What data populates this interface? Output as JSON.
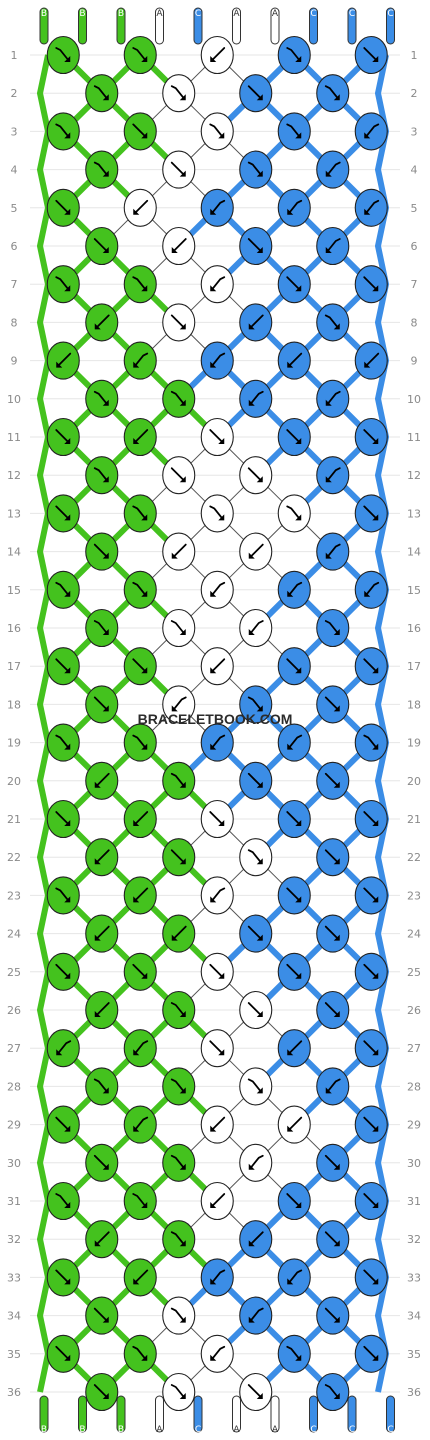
{
  "colors": {
    "A": "#ffffff",
    "B": "#44c21e",
    "C": "#3b8de6"
  },
  "strands_top": [
    "B",
    "B",
    "B",
    "A",
    "C",
    "A",
    "A",
    "C",
    "C",
    "C"
  ],
  "strands_bottom": [
    "B",
    "B",
    "B",
    "A",
    "C",
    "A",
    "A",
    "C",
    "C",
    "C"
  ],
  "watermark": "BRACELETBOOK.COM",
  "row_labels": [
    "1",
    "2",
    "3",
    "4",
    "5",
    "6",
    "7",
    "8",
    "9",
    "10",
    "11",
    "12",
    "13",
    "14",
    "15",
    "16",
    "17",
    "18",
    "19",
    "20",
    "21",
    "22",
    "23",
    "24",
    "25",
    "26",
    "27",
    "28",
    "29",
    "30",
    "31",
    "32",
    "33",
    "34",
    "35",
    "36"
  ],
  "rows": [
    [
      {
        "c": "B",
        "d": "fb"
      },
      {
        "c": "B",
        "d": "fb"
      },
      {
        "c": "A",
        "d": "b"
      },
      {
        "c": "C",
        "d": "fb"
      },
      {
        "c": "C",
        "d": "f"
      }
    ],
    [
      {
        "c": "B",
        "d": "fb"
      },
      {
        "c": "A",
        "d": "fb"
      },
      {
        "c": "C",
        "d": "f"
      },
      {
        "c": "C",
        "d": "fb"
      }
    ],
    [
      {
        "c": "B",
        "d": "fb"
      },
      {
        "c": "B",
        "d": "f"
      },
      {
        "c": "A",
        "d": "fb"
      },
      {
        "c": "C",
        "d": "fb"
      },
      {
        "c": "C",
        "d": "bf"
      }
    ],
    [
      {
        "c": "B",
        "d": "fb"
      },
      {
        "c": "A",
        "d": "f"
      },
      {
        "c": "C",
        "d": "fb"
      },
      {
        "c": "C",
        "d": "bf"
      }
    ],
    [
      {
        "c": "B",
        "d": "f"
      },
      {
        "c": "A",
        "d": "b"
      },
      {
        "c": "C",
        "d": "bf"
      },
      {
        "c": "C",
        "d": "bf"
      },
      {
        "c": "C",
        "d": "bf"
      }
    ],
    [
      {
        "c": "B",
        "d": "f"
      },
      {
        "c": "A",
        "d": "b"
      },
      {
        "c": "C",
        "d": "f"
      },
      {
        "c": "C",
        "d": "bf"
      }
    ],
    [
      {
        "c": "B",
        "d": "fb"
      },
      {
        "c": "B",
        "d": "fb"
      },
      {
        "c": "A",
        "d": "bf"
      },
      {
        "c": "C",
        "d": "f"
      },
      {
        "c": "C",
        "d": "f"
      }
    ],
    [
      {
        "c": "B",
        "d": "b"
      },
      {
        "c": "A",
        "d": "f"
      },
      {
        "c": "C",
        "d": "b"
      },
      {
        "c": "C",
        "d": "fb"
      }
    ],
    [
      {
        "c": "B",
        "d": "b"
      },
      {
        "c": "B",
        "d": "bf"
      },
      {
        "c": "C",
        "d": "bf"
      },
      {
        "c": "C",
        "d": "b"
      },
      {
        "c": "C",
        "d": "b"
      }
    ],
    [
      {
        "c": "B",
        "d": "fb"
      },
      {
        "c": "B",
        "d": "fb"
      },
      {
        "c": "C",
        "d": "bf"
      },
      {
        "c": "C",
        "d": "bf"
      }
    ],
    [
      {
        "c": "B",
        "d": "f"
      },
      {
        "c": "B",
        "d": "b"
      },
      {
        "c": "A",
        "d": "f"
      },
      {
        "c": "C",
        "d": "f"
      },
      {
        "c": "C",
        "d": "f"
      }
    ],
    [
      {
        "c": "B",
        "d": "fb"
      },
      {
        "c": "A",
        "d": "f"
      },
      {
        "c": "A",
        "d": "f"
      },
      {
        "c": "C",
        "d": "bf"
      }
    ],
    [
      {
        "c": "B",
        "d": "f"
      },
      {
        "c": "B",
        "d": "fb"
      },
      {
        "c": "A",
        "d": "fb"
      },
      {
        "c": "A",
        "d": "fb"
      },
      {
        "c": "C",
        "d": "f"
      }
    ],
    [
      {
        "c": "B",
        "d": "f"
      },
      {
        "c": "A",
        "d": "b"
      },
      {
        "c": "A",
        "d": "b"
      },
      {
        "c": "C",
        "d": "bf"
      }
    ],
    [
      {
        "c": "B",
        "d": "fb"
      },
      {
        "c": "B",
        "d": "fb"
      },
      {
        "c": "A",
        "d": "bf"
      },
      {
        "c": "C",
        "d": "bf"
      },
      {
        "c": "C",
        "d": "bf"
      }
    ],
    [
      {
        "c": "B",
        "d": "fb"
      },
      {
        "c": "A",
        "d": "fb"
      },
      {
        "c": "A",
        "d": "bf"
      },
      {
        "c": "C",
        "d": "fb"
      }
    ],
    [
      {
        "c": "B",
        "d": "f"
      },
      {
        "c": "B",
        "d": "f"
      },
      {
        "c": "A",
        "d": "b"
      },
      {
        "c": "C",
        "d": "f"
      },
      {
        "c": "C",
        "d": "f"
      }
    ],
    [
      {
        "c": "B",
        "d": "f"
      },
      {
        "c": "A",
        "d": "bf"
      },
      {
        "c": "C",
        "d": "fb"
      },
      {
        "c": "C",
        "d": "f"
      }
    ],
    [
      {
        "c": "B",
        "d": "fb"
      },
      {
        "c": "B",
        "d": "fb"
      },
      {
        "c": "C",
        "d": "bf"
      },
      {
        "c": "C",
        "d": "bf"
      },
      {
        "c": "C",
        "d": "fb"
      }
    ],
    [
      {
        "c": "B",
        "d": "b"
      },
      {
        "c": "B",
        "d": "fb"
      },
      {
        "c": "C",
        "d": "f"
      },
      {
        "c": "C",
        "d": "f"
      }
    ],
    [
      {
        "c": "B",
        "d": "f"
      },
      {
        "c": "B",
        "d": "b"
      },
      {
        "c": "A",
        "d": "f"
      },
      {
        "c": "C",
        "d": "f"
      },
      {
        "c": "C",
        "d": "f"
      }
    ],
    [
      {
        "c": "B",
        "d": "b"
      },
      {
        "c": "B",
        "d": "f"
      },
      {
        "c": "A",
        "d": "fb"
      },
      {
        "c": "C",
        "d": "f"
      }
    ],
    [
      {
        "c": "B",
        "d": "fb"
      },
      {
        "c": "B",
        "d": "b"
      },
      {
        "c": "A",
        "d": "bf"
      },
      {
        "c": "C",
        "d": "f"
      },
      {
        "c": "C",
        "d": "f"
      }
    ],
    [
      {
        "c": "B",
        "d": "b"
      },
      {
        "c": "B",
        "d": "b"
      },
      {
        "c": "C",
        "d": "f"
      },
      {
        "c": "C",
        "d": "f"
      }
    ],
    [
      {
        "c": "B",
        "d": "f"
      },
      {
        "c": "B",
        "d": "f"
      },
      {
        "c": "A",
        "d": "f"
      },
      {
        "c": "C",
        "d": "f"
      },
      {
        "c": "C",
        "d": "f"
      }
    ],
    [
      {
        "c": "B",
        "d": "b"
      },
      {
        "c": "B",
        "d": "fb"
      },
      {
        "c": "A",
        "d": "f"
      },
      {
        "c": "C",
        "d": "f"
      }
    ],
    [
      {
        "c": "B",
        "d": "bf"
      },
      {
        "c": "B",
        "d": "bf"
      },
      {
        "c": "A",
        "d": "f"
      },
      {
        "c": "C",
        "d": "b"
      },
      {
        "c": "C",
        "d": "f"
      }
    ],
    [
      {
        "c": "B",
        "d": "fb"
      },
      {
        "c": "B",
        "d": "fb"
      },
      {
        "c": "A",
        "d": "fb"
      },
      {
        "c": "C",
        "d": "bf"
      }
    ],
    [
      {
        "c": "B",
        "d": "f"
      },
      {
        "c": "B",
        "d": "bf"
      },
      {
        "c": "A",
        "d": "b"
      },
      {
        "c": "A",
        "d": "b"
      },
      {
        "c": "C",
        "d": "f"
      }
    ],
    [
      {
        "c": "B",
        "d": "f"
      },
      {
        "c": "B",
        "d": "fb"
      },
      {
        "c": "A",
        "d": "bf"
      },
      {
        "c": "C",
        "d": "f"
      }
    ],
    [
      {
        "c": "B",
        "d": "fb"
      },
      {
        "c": "B",
        "d": "fb"
      },
      {
        "c": "A",
        "d": "b"
      },
      {
        "c": "C",
        "d": "f"
      },
      {
        "c": "C",
        "d": "f"
      }
    ],
    [
      {
        "c": "B",
        "d": "b"
      },
      {
        "c": "B",
        "d": "fb"
      },
      {
        "c": "C",
        "d": "b"
      },
      {
        "c": "C",
        "d": "f"
      }
    ],
    [
      {
        "c": "B",
        "d": "f"
      },
      {
        "c": "B",
        "d": "b"
      },
      {
        "c": "C",
        "d": "bf"
      },
      {
        "c": "C",
        "d": "bf"
      },
      {
        "c": "C",
        "d": "f"
      }
    ],
    [
      {
        "c": "B",
        "d": "f"
      },
      {
        "c": "A",
        "d": "fb"
      },
      {
        "c": "C",
        "d": "bf"
      },
      {
        "c": "C",
        "d": "f"
      }
    ],
    [
      {
        "c": "B",
        "d": "f"
      },
      {
        "c": "B",
        "d": "fb"
      },
      {
        "c": "A",
        "d": "bf"
      },
      {
        "c": "C",
        "d": "fb"
      },
      {
        "c": "C",
        "d": "f"
      }
    ],
    [
      {
        "c": "B",
        "d": "f"
      },
      {
        "c": "A",
        "d": "fb"
      },
      {
        "c": "A",
        "d": "f"
      },
      {
        "c": "C",
        "d": "fb"
      }
    ]
  ]
}
